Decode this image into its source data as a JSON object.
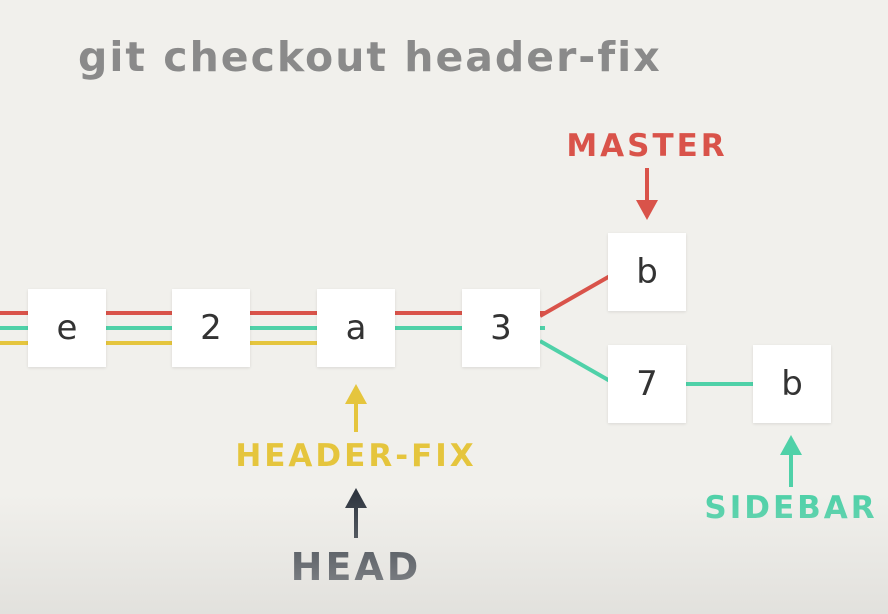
{
  "title": "git checkout header-fix",
  "colors": {
    "master": "#d9534a",
    "header_fix": "#e5c53d",
    "sidebar": "#4fd1a8",
    "head": "#2f3640"
  },
  "commits": [
    "e",
    "2",
    "a",
    "3",
    "b",
    "7",
    "b"
  ],
  "labels": {
    "master": "MASTER",
    "header_fix": "HEADER-FIX",
    "head": "HEAD",
    "sidebar": "SIDEBAR"
  }
}
